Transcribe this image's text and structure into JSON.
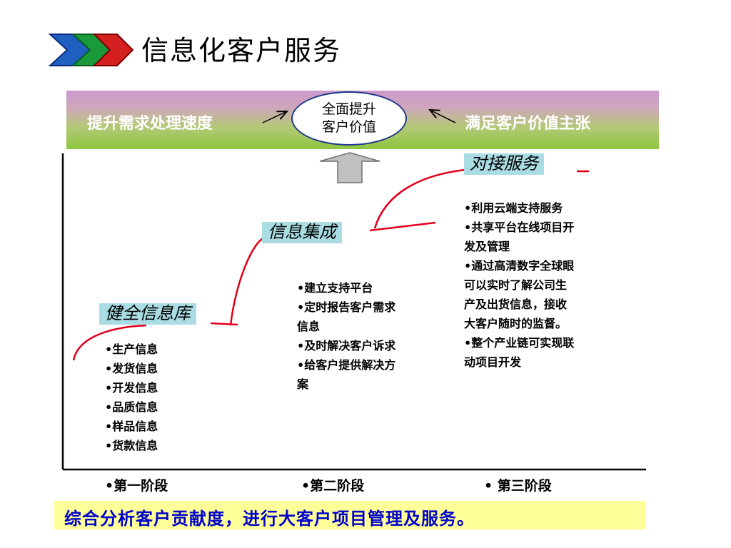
{
  "page": {
    "title": "信息化客户服务"
  },
  "banner": {
    "left_text": "提升需求处理速度",
    "right_text": "满足客户价值主张",
    "center": {
      "line1": "全面提升",
      "line2": "客户价值"
    }
  },
  "stages": [
    {
      "label": "健全信息库",
      "items": [
        "•生产信息",
        "•发货信息",
        "•开发信息",
        "•品质信息",
        "•样品信息",
        "•货款信息"
      ]
    },
    {
      "label": "信息集成",
      "items": [
        "•建立支持平台",
        "•定时报告客户需求",
        " 信息",
        "•及时解决客户诉求",
        "•给客户提供解决方",
        " 案"
      ]
    },
    {
      "label": "对接服务",
      "items": [
        "•利用云端支持服务",
        "•共享平台在线项目开",
        " 发及管理",
        "•通过高清数字全球眼",
        " 可以实时了解公司生",
        " 产及出货信息，接收",
        " 大客户随时的监督。",
        "•整个产业链可实现联",
        " 动项目开发"
      ]
    }
  ],
  "phases": [
    "•第一阶段",
    "•第二阶段",
    "• 第三阶段"
  ],
  "footer": "综合分析客户贡献度，进行大客户项目管理及服务。",
  "colors": {
    "curve": "#e0001a",
    "label_bg": "#a9dde3",
    "footer_bg": "#ffff99",
    "footer_text": "#0000cc",
    "ellipse_border": "#1f3a8a"
  }
}
